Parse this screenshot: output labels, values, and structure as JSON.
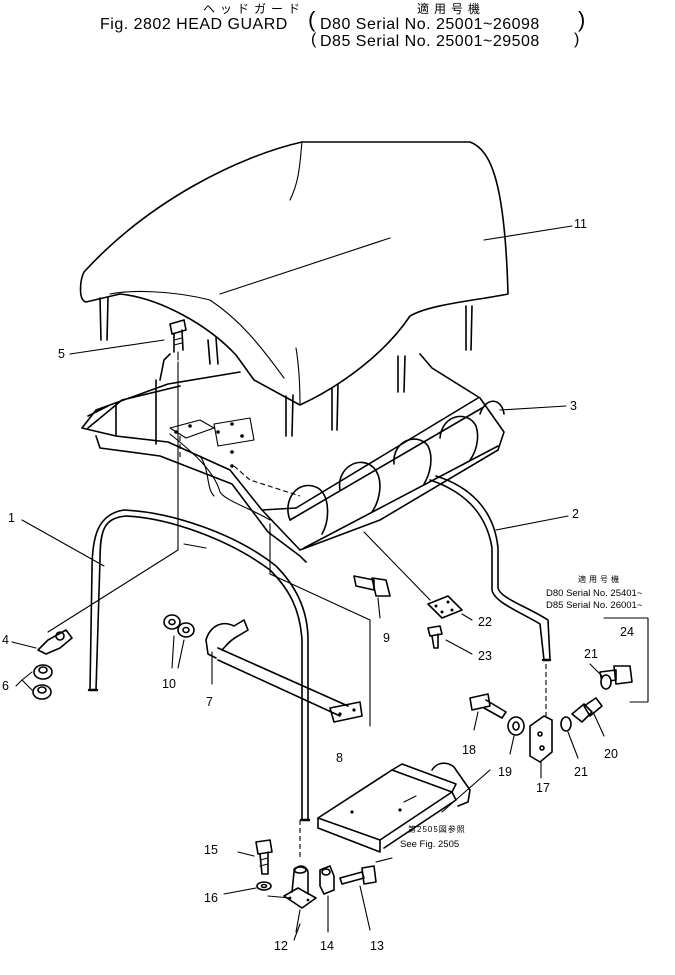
{
  "header": {
    "jp_title": "ヘッドガード",
    "fig_title": "Fig. 2802 HEAD GUARD",
    "jp_applicable": "適用号機",
    "serial_line_1": "D80 Serial No. 25001~26098",
    "serial_line_2": "D85 Serial No. 25001~29508",
    "paren_open": "(",
    "paren_close_1": ")",
    "paren_open_2": "(",
    "paren_close_2": ")"
  },
  "note_applicable": {
    "jp": "適用号機",
    "line_1": "D80 Serial No. 25401~",
    "line_2": "D85 Serial No. 26001~"
  },
  "note_see_fig": {
    "jp": "第2505図参照",
    "en": "See Fig. 2505"
  },
  "callouts": {
    "c1": "1",
    "c2": "2",
    "c3": "3",
    "c4": "4",
    "c5": "5",
    "c6": "6",
    "c7": "7",
    "c8": "8",
    "c9": "9",
    "c10": "10",
    "c11": "11",
    "c12": "12",
    "c13": "13",
    "c14": "14",
    "c15": "15",
    "c16": "16",
    "c17": "17",
    "c18": "18",
    "c19": "19",
    "c20": "20",
    "c21a": "21",
    "c21b": "21",
    "c22": "22",
    "c23": "23",
    "c24": "24"
  }
}
